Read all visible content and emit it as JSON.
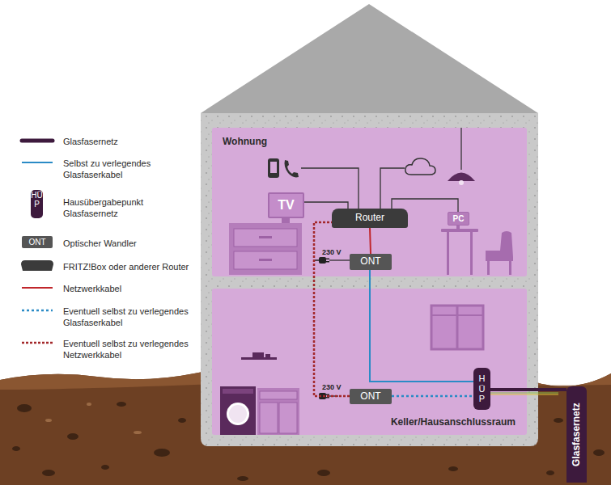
{
  "diagram": {
    "nodes": [
      {
        "text": [
          "Wohnung"
        ]
      },
      {
        "text": [
          "TV"
        ],
        "in": 0
      },
      {
        "text": [
          "Router"
        ],
        "in": 0
      },
      {
        "text": [
          "PC"
        ],
        "in": 0
      },
      {
        "text": [
          "ONT"
        ],
        "in": 0
      },
      {
        "text": [
          "Keller/Hausanschlussraum"
        ]
      },
      {
        "text": [
          "ONT"
        ],
        "in": 5
      },
      {
        "text": [
          "HÜP"
        ],
        "in": 5
      },
      {
        "text": [
          "Glasfasernetz"
        ]
      }
    ],
    "edges": [
      {
        "from": 2,
        "to": 1,
        "arrow": "none"
      },
      {
        "from": 2,
        "to": 3,
        "arrow": "none"
      },
      {
        "from": 4,
        "to": 2,
        "arrow": "none"
      },
      {
        "from": 4,
        "to": 7,
        "arrow": "none"
      },
      {
        "from": 6,
        "to": 7,
        "arrow": "none"
      },
      {
        "from": 6,
        "to": 2,
        "arrow": "none"
      },
      {
        "from": 7,
        "to": 8,
        "arrow": "none"
      }
    ],
    "labels": [
      "HÜP",
      "ONT",
      "230 V",
      "230 V"
    ],
    "legend": [
      {
        "text": "Glasfasernetz"
      },
      {
        "text": "Selbst zu verlegendes Glasfaserkabel"
      },
      {
        "text": "Hausübergabepunkt Glasfasernetz"
      },
      {
        "text": "Optischer Wandler"
      },
      {
        "text": "FRITZ!Box oder anderer Router"
      },
      {
        "text": "Netzwerkkabel"
      },
      {
        "text": "Eventuell selbst zu verlegendes Glasfaserkabel"
      },
      {
        "text": "Eventuell selbst zu verlegendes Netzwerkkabel"
      }
    ]
  }
}
